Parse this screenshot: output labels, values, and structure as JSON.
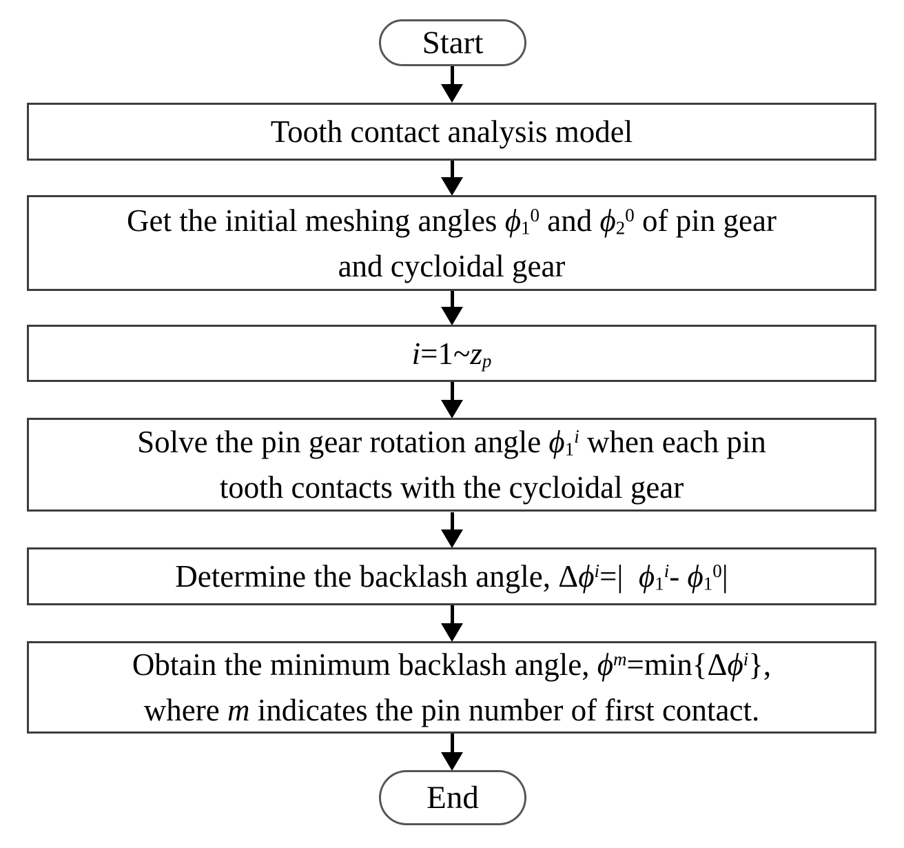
{
  "colors": {
    "background": "#ffffff",
    "text": "#000000",
    "box_border": "#3d3d3d",
    "oval_border": "#555555",
    "arrow": "#000000"
  },
  "flowchart": {
    "start_label": "Start",
    "end_label": "End",
    "steps": [
      {
        "lines": [
          [
            {
              "t": "Tooth contact analysis model"
            }
          ]
        ]
      },
      {
        "lines": [
          [
            {
              "t": "Get the initial meshing angles "
            },
            {
              "t": "ϕ",
              "it": 1
            },
            {
              "t": "1",
              "sub": 1
            },
            {
              "t": "0",
              "sup": 1
            },
            {
              "t": " and "
            },
            {
              "t": "ϕ",
              "it": 1
            },
            {
              "t": "2",
              "sub": 1
            },
            {
              "t": "0",
              "sup": 1
            },
            {
              "t": " of pin gear"
            }
          ],
          [
            {
              "t": "and cycloidal gear"
            }
          ]
        ]
      },
      {
        "lines": [
          [
            {
              "t": "i",
              "it": 1
            },
            {
              "t": "=1~"
            },
            {
              "t": "z",
              "it": 1
            },
            {
              "t": "p",
              "it": 1,
              "sub": 1
            }
          ]
        ]
      },
      {
        "lines": [
          [
            {
              "t": "Solve the pin gear rotation angle "
            },
            {
              "t": "ϕ",
              "it": 1
            },
            {
              "t": "1",
              "sub": 1
            },
            {
              "t": "i",
              "it": 1,
              "sup": 1
            },
            {
              "t": " when each pin"
            }
          ],
          [
            {
              "t": "tooth contacts with the cycloidal gear"
            }
          ]
        ]
      },
      {
        "lines": [
          [
            {
              "t": "Determine the backlash angle, Δ"
            },
            {
              "t": "ϕ",
              "it": 1
            },
            {
              "t": "i",
              "it": 1,
              "sup": 1
            },
            {
              "t": "=|"
            },
            {
              "t": " "
            },
            {
              "t": "ϕ",
              "it": 1
            },
            {
              "t": "1",
              "sub": 1
            },
            {
              "t": "i",
              "it": 1,
              "sup": 1
            },
            {
              "t": "- "
            },
            {
              "t": "ϕ",
              "it": 1
            },
            {
              "t": "1",
              "sub": 1
            },
            {
              "t": "0",
              "sup": 1
            },
            {
              "t": "|"
            }
          ]
        ]
      },
      {
        "lines": [
          [
            {
              "t": "Obtain the minimum backlash angle, "
            },
            {
              "t": "ϕ",
              "it": 1
            },
            {
              "t": "m",
              "it": 1,
              "sup": 1
            },
            {
              "t": "=min{Δ"
            },
            {
              "t": "ϕ",
              "it": 1
            },
            {
              "t": "i",
              "it": 1,
              "sup": 1
            },
            {
              "t": "},"
            }
          ],
          [
            {
              "t": "where "
            },
            {
              "t": "m",
              "it": 1
            },
            {
              "t": " indicates the pin number of first contact."
            }
          ]
        ]
      }
    ]
  }
}
